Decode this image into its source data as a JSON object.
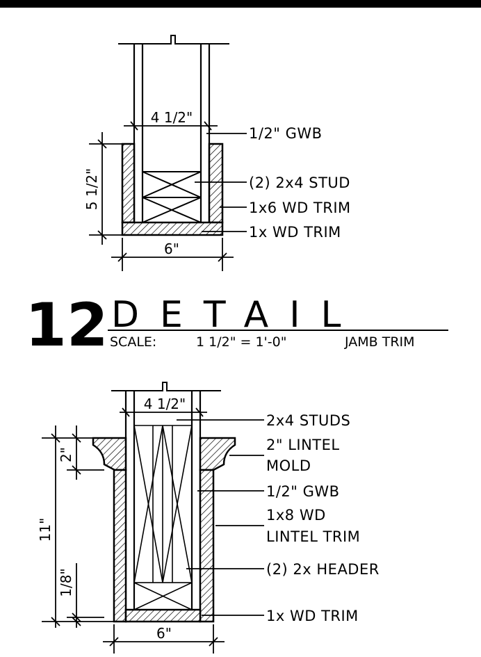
{
  "upper_detail": {
    "dim_opening": "4 1/2\"",
    "dim_height": "5 1/2\"",
    "dim_width": "6\"",
    "labels": [
      "1/2\" GWB",
      "(2) 2x4 STUD",
      "1x6 WD TRIM",
      "1x WD TRIM"
    ]
  },
  "title_block": {
    "number": "12",
    "word": "DETAIL",
    "scale_label": "SCALE:",
    "scale_value": "1 1/2\" = 1'-0\"",
    "subject": "JAMB TRIM"
  },
  "lower_detail": {
    "dim_opening": "4 1/2\"",
    "dim_total": "11\"",
    "dim_top": "2\"",
    "dim_bottom": "1/8\"",
    "dim_width": "6\"",
    "labels": [
      "2x4 STUDS",
      "2\" LINTEL",
      "MOLD",
      "1/2\" GWB",
      "1x8 WD",
      "LINTEL TRIM",
      "(2) 2x HEADER",
      "1x WD TRIM"
    ]
  }
}
